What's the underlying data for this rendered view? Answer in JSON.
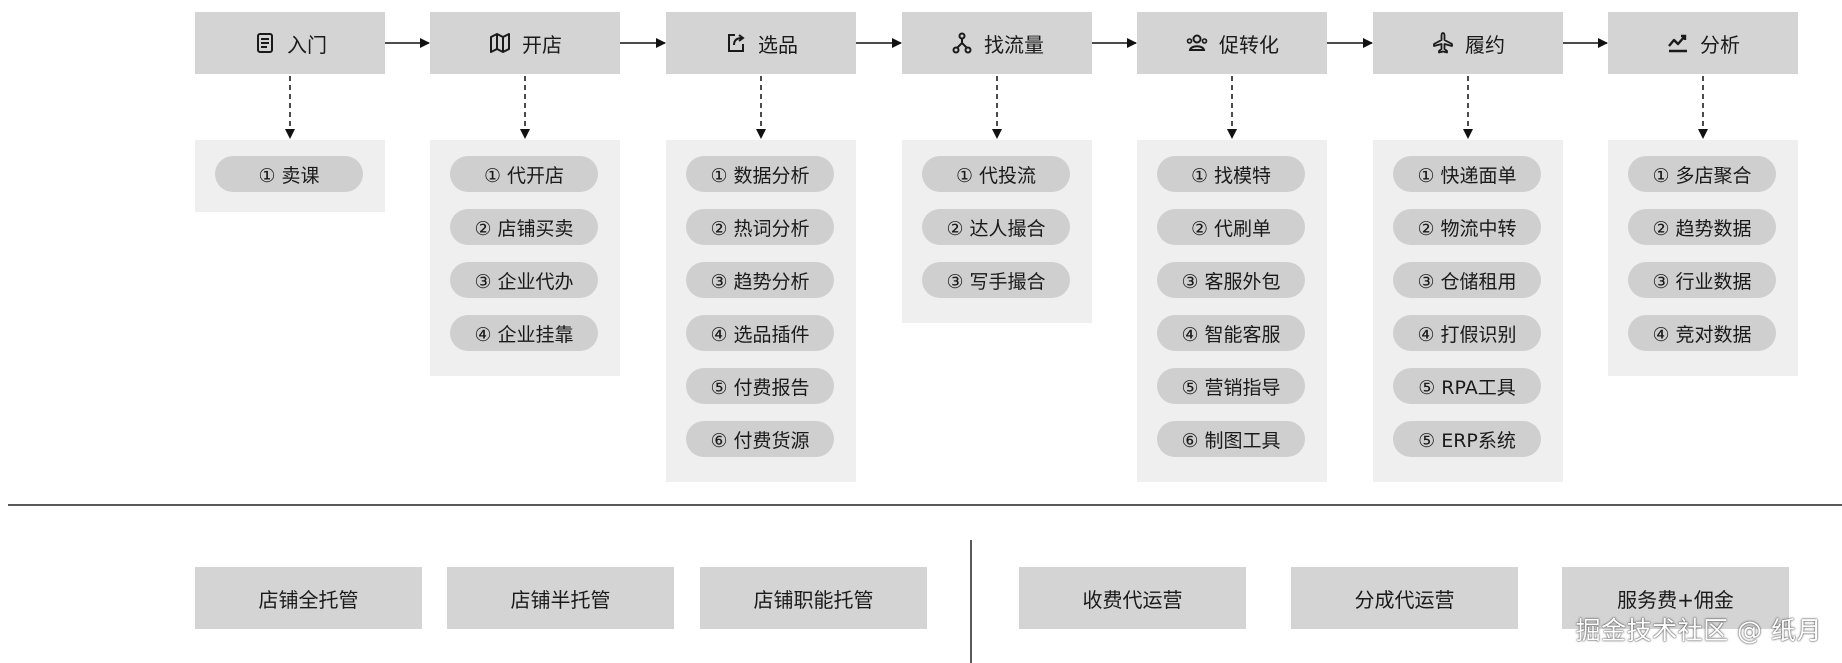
{
  "stages": [
    {
      "label": "入门",
      "icon": "notepad-icon",
      "items": [
        "① 卖课"
      ]
    },
    {
      "label": "开店",
      "icon": "map-icon",
      "items": [
        "① 代开店",
        "② 店铺买卖",
        "③ 企业代办",
        "④ 企业挂靠"
      ]
    },
    {
      "label": "选品",
      "icon": "share-box-icon",
      "items": [
        "① 数据分析",
        "② 热词分析",
        "③ 趋势分析",
        "④ 选品插件",
        "⑤ 付费报告",
        "⑥ 付费货源"
      ]
    },
    {
      "label": "找流量",
      "icon": "network-icon",
      "items": [
        "① 代投流",
        "② 达人撮合",
        "③ 写手撮合"
      ]
    },
    {
      "label": "促转化",
      "icon": "users-icon",
      "items": [
        "① 找模特",
        "② 代刷单",
        "③ 客服外包",
        "④ 智能客服",
        "⑤ 营销指导",
        "⑥ 制图工具"
      ]
    },
    {
      "label": "履约",
      "icon": "airplane-icon",
      "items": [
        "① 快递面单",
        "② 物流中转",
        "③ 仓储租用",
        "④ 打假识别",
        "⑤ RPA工具",
        "⑤ ERP系统"
      ]
    },
    {
      "label": "分析",
      "icon": "trend-icon",
      "items": [
        "① 多店聚合",
        "② 趋势数据",
        "③ 行业数据",
        "④ 竞对数据"
      ]
    }
  ],
  "models": [
    "店铺全托管",
    "店铺半托管",
    "店铺职能托管",
    "收费代运营",
    "分成代运营",
    "服务费+佣金"
  ],
  "watermark": "掘金技术社区 @ 纸月"
}
